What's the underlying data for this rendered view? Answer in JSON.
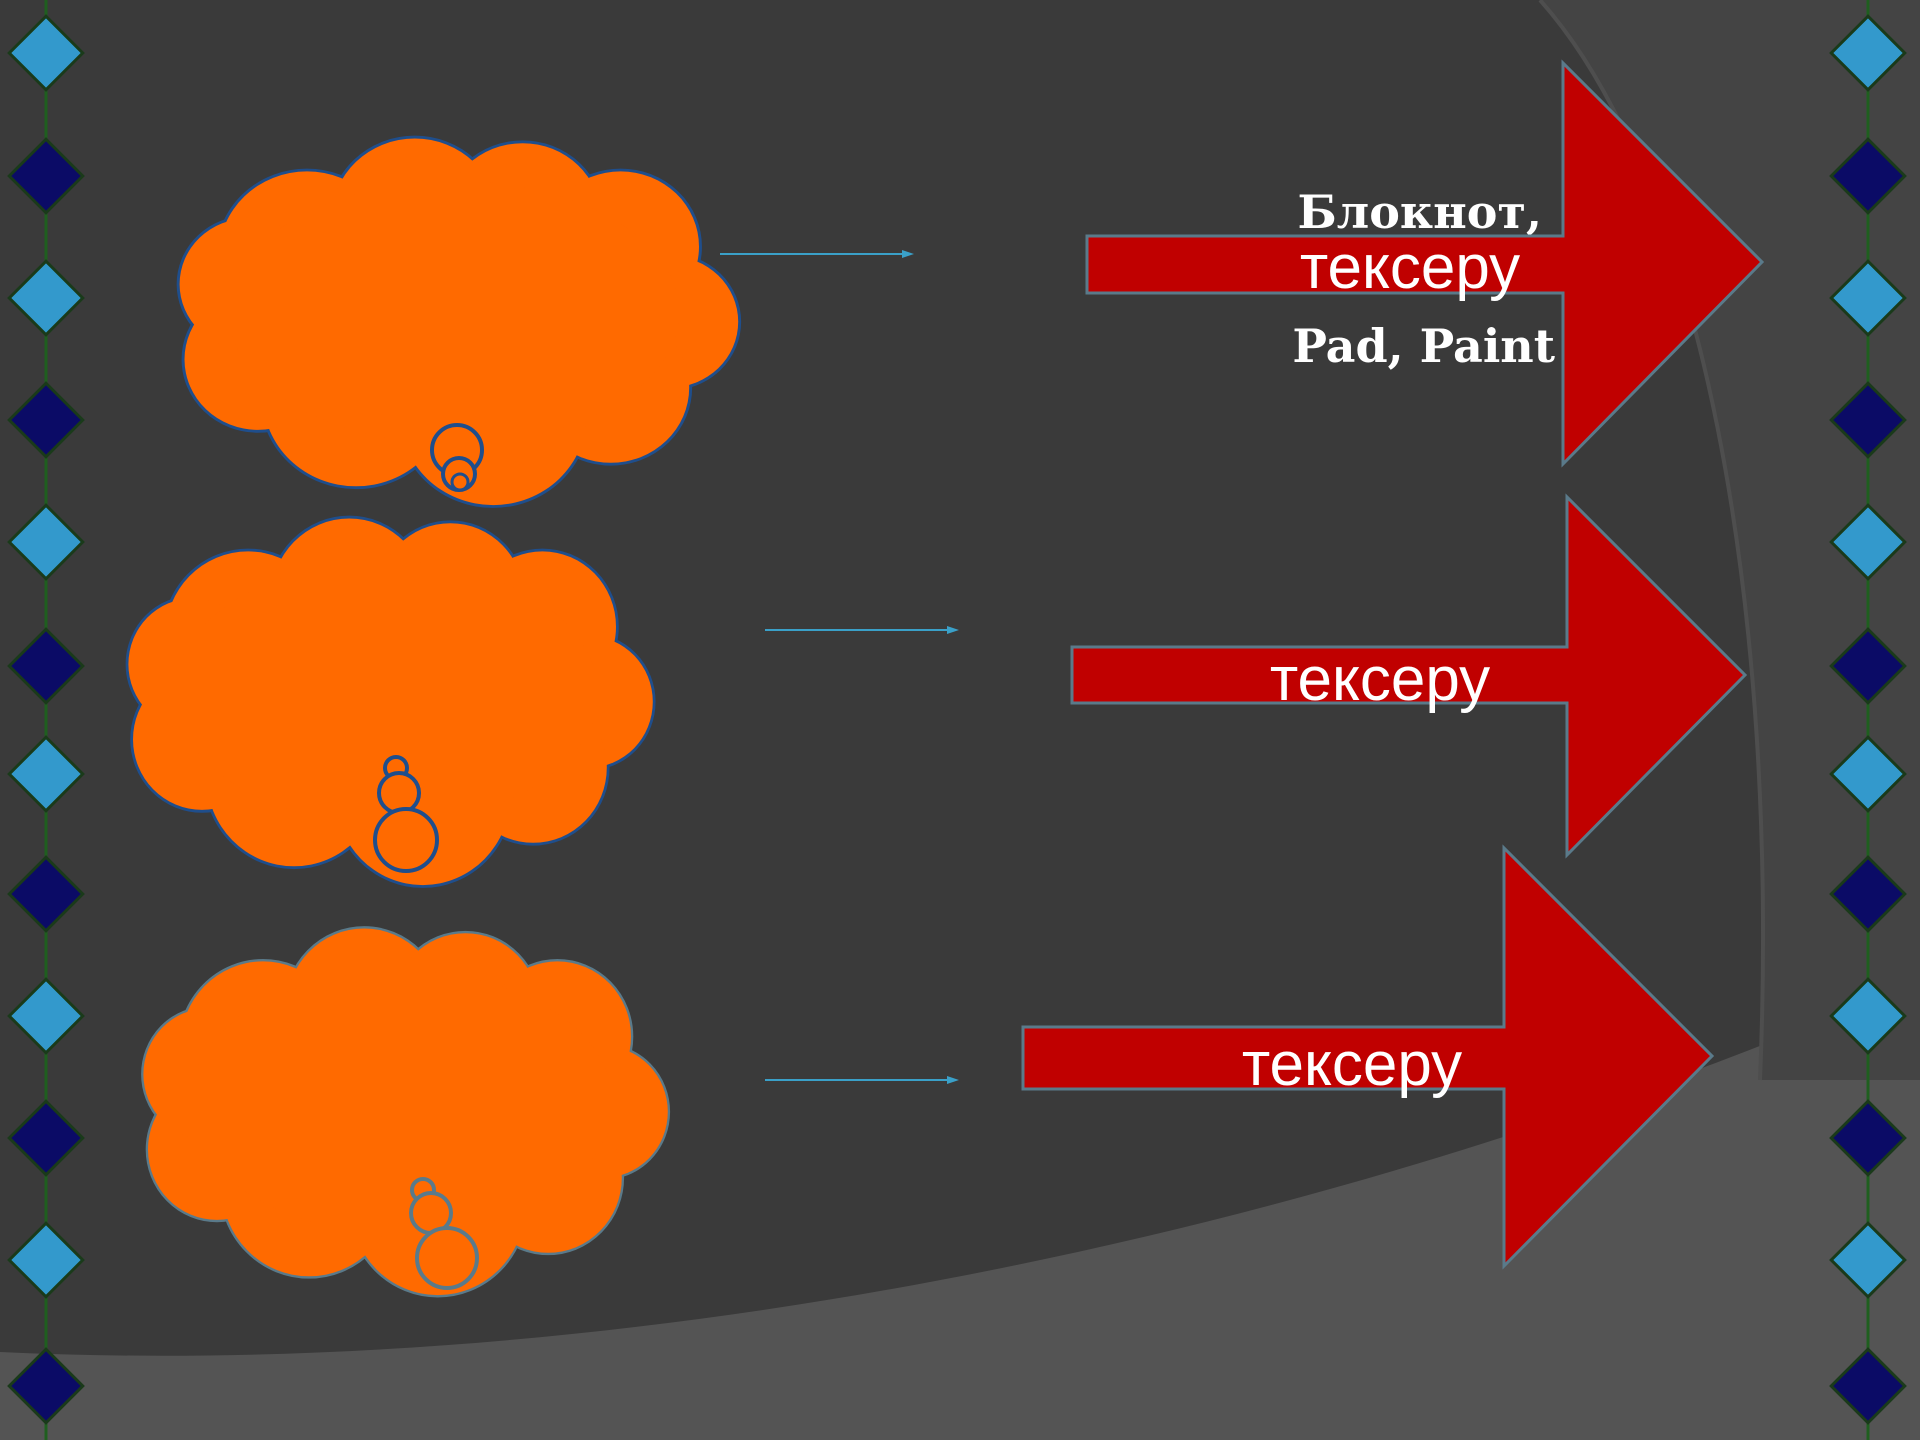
{
  "slide": {
    "background_color": "#3a3a3a",
    "accent_orange": "#ff6a00",
    "arrow_color": "#c00000",
    "diamond_light": "#3399cc",
    "diamond_dark": "#0b0b66"
  },
  "rows": [
    {
      "cloud_icon": "thought-cloud-icon",
      "arrow_icon": "right-arrow-icon",
      "arrow_label": "тексеру",
      "partial_text_lines": [
        "Блокнот,",
        "Pad, Paint"
      ]
    },
    {
      "cloud_icon": "thought-cloud-icon",
      "arrow_icon": "right-arrow-icon",
      "arrow_label": "тексеру"
    },
    {
      "cloud_icon": "thought-cloud-icon",
      "arrow_icon": "right-arrow-icon",
      "arrow_label": "тексеру"
    }
  ]
}
